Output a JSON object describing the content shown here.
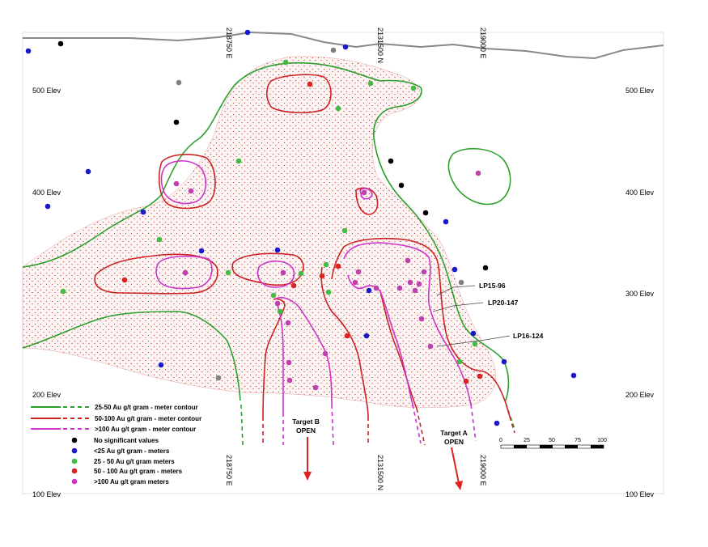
{
  "colors": {
    "contour_25_50": "#2ca02c",
    "contour_50_100": "#cc2222",
    "contour_100": "#cc33cc",
    "dot_none": "#000000",
    "dot_lt25": "#1a1acc",
    "dot_25_50": "#44bb44",
    "dot_50_100": "#dd2222",
    "dot_gt100": "#cc33cc",
    "dot_grey": "#808080",
    "topography": "#808080",
    "stipple": "#cc3333"
  },
  "elevations": {
    "left": [
      "500 Elev",
      "400 Elev",
      "200 Elev",
      "100 Elev"
    ],
    "right": [
      "500 Elev",
      "400 Elev",
      "300 Elev",
      "200 Elev",
      "100 Elev"
    ]
  },
  "grid_top": [
    "218750 E",
    "2131500 N",
    "219000 E"
  ],
  "grid_bottom": [
    "218750 E",
    "2131500 N",
    "219000 E"
  ],
  "holes": [
    "LP15-96",
    "LP20-147",
    "LP16-124"
  ],
  "targets": {
    "b_line1": "Target B",
    "b_line2": "OPEN",
    "a_line1": "Target A",
    "a_line2": "OPEN"
  },
  "legend": {
    "lines": [
      {
        "label": "25-50 Au g/t gram - meter contour",
        "icon": "green-line"
      },
      {
        "label": "50-100 Au g/t gram - meter contour",
        "icon": "red-line"
      },
      {
        "label": ">100 Au g/t gram - meter contour",
        "icon": "magenta-line"
      }
    ],
    "dots": [
      {
        "label": "No significant values",
        "icon": "black-dot"
      },
      {
        "label": "<25 Au g/t gram - meters",
        "icon": "blue-dot"
      },
      {
        "label": "25 - 50 Au g/t gram meters",
        "icon": "green-dot"
      },
      {
        "label": "50 - 100 Au g/t gram - meters",
        "icon": "red-dot"
      },
      {
        "label": ">100 Au g/t gram meters",
        "icon": "magenta-dot"
      }
    ]
  },
  "scale_bar": {
    "ticks": [
      "0",
      "25",
      "50",
      "75",
      "100"
    ]
  }
}
